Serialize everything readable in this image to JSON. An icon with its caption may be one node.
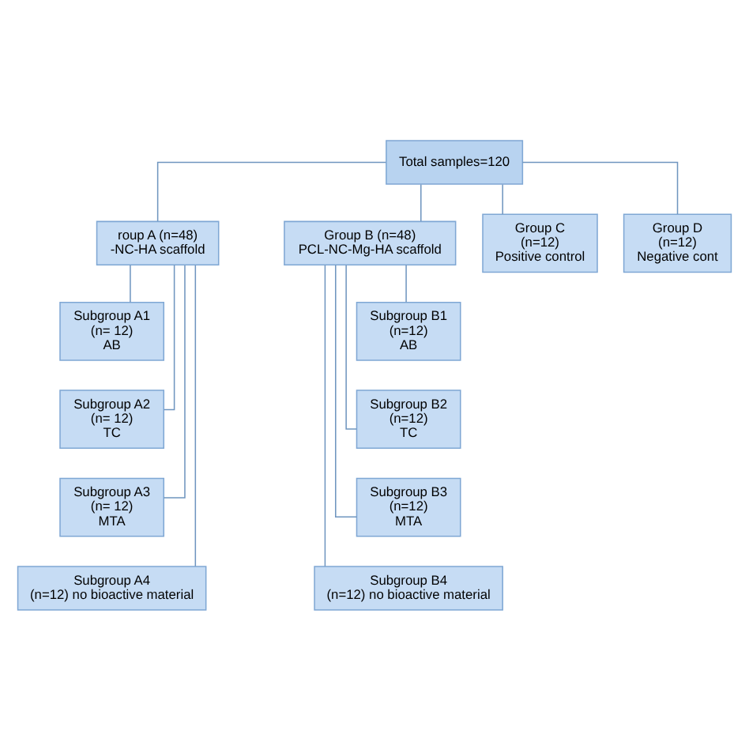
{
  "diagram": {
    "nodes": [
      {
        "text": [
          "Total samples=120"
        ]
      },
      {
        "text": [
          "roup A (n=48)",
          "-NC-HA scaffold"
        ]
      },
      {
        "text": [
          "Group B (n=48)",
          "PCL-NC-Mg-HA scaffold"
        ]
      },
      {
        "text": [
          "Group C",
          "(n=12)",
          "Positive control"
        ]
      },
      {
        "text": [
          "Group D",
          "(n=12)",
          "Negative cont"
        ]
      },
      {
        "text": [
          "Subgroup A1",
          "(n= 12)",
          "AB"
        ]
      },
      {
        "text": [
          "Subgroup A2",
          "(n= 12)",
          "TC"
        ]
      },
      {
        "text": [
          "Subgroup A3",
          "(n= 12)",
          "MTA"
        ]
      },
      {
        "text": [
          "Subgroup A4",
          "(n=12) no bioactive material"
        ]
      },
      {
        "text": [
          "Subgroup B1",
          "(n=12)",
          "AB"
        ]
      },
      {
        "text": [
          "Subgroup B2",
          "(n=12)",
          "TC"
        ]
      },
      {
        "text": [
          "Subgroup B3",
          "(n=12)",
          "MTA"
        ]
      },
      {
        "text": [
          "Subgroup B4",
          "(n=12) no bioactive material"
        ]
      }
    ],
    "edges": [
      {
        "from": 0,
        "to": 1,
        "arrow": "none"
      },
      {
        "from": 0,
        "to": 2,
        "arrow": "none"
      },
      {
        "from": 0,
        "to": 3,
        "arrow": "none"
      },
      {
        "from": 0,
        "to": 4,
        "arrow": "none"
      },
      {
        "from": 1,
        "to": 5,
        "arrow": "none"
      },
      {
        "from": 1,
        "to": 6,
        "arrow": "none"
      },
      {
        "from": 1,
        "to": 7,
        "arrow": "none"
      },
      {
        "from": 1,
        "to": 8,
        "arrow": "none"
      },
      {
        "from": 2,
        "to": 9,
        "arrow": "none"
      },
      {
        "from": 2,
        "to": 10,
        "arrow": "none"
      },
      {
        "from": 2,
        "to": 11,
        "arrow": "none"
      },
      {
        "from": 2,
        "to": 12,
        "arrow": "none"
      }
    ]
  }
}
